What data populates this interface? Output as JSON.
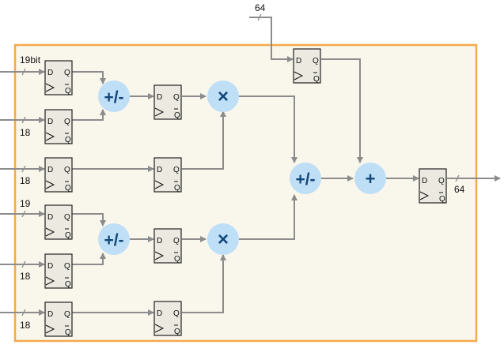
{
  "diagram": {
    "title": "",
    "colors": {
      "background": "#ffffff",
      "block_fill": "#f9f6ec",
      "block_border": "#f5a94a",
      "wire": "#8c8c8c",
      "register_fill": "#ebe9e0",
      "register_border": "#222222",
      "operator_fill": "#bfdff6",
      "operator_text": "#12477a"
    },
    "register_pins": {
      "d": "D",
      "q": "Q",
      "qbar": "Q"
    },
    "inputs": [
      {
        "id": "in1",
        "width_label": "19bit"
      },
      {
        "id": "in2",
        "width_label": "18"
      },
      {
        "id": "in3",
        "width_label": "18"
      },
      {
        "id": "in4",
        "width_label": "19"
      },
      {
        "id": "in5",
        "width_label": "18"
      },
      {
        "id": "in6",
        "width_label": "18"
      },
      {
        "id": "in_top",
        "width_label": "64"
      }
    ],
    "operators": [
      {
        "id": "addsub1",
        "symbol": "+/-"
      },
      {
        "id": "mul1",
        "symbol": "×"
      },
      {
        "id": "addsub2",
        "symbol": "+/-"
      },
      {
        "id": "mul2",
        "symbol": "×"
      },
      {
        "id": "addsub3",
        "symbol": "+/-"
      },
      {
        "id": "add_final",
        "symbol": "+"
      }
    ],
    "output": {
      "width_label": "64"
    }
  }
}
